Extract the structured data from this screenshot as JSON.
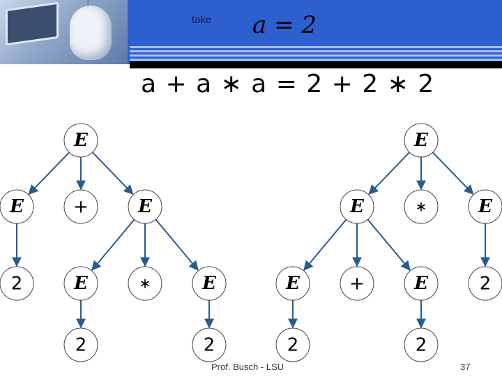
{
  "header": {
    "take_label": "take",
    "assignment": "a = 2"
  },
  "expression": "a + a ∗ a = 2 + 2 ∗ 2",
  "trees": [
    {
      "nodes": [
        "E",
        "E",
        "+",
        "E",
        "2",
        "E",
        "∗",
        "E",
        "2",
        "2"
      ],
      "edges": [
        [
          0,
          1
        ],
        [
          0,
          2
        ],
        [
          0,
          3
        ],
        [
          1,
          4
        ],
        [
          3,
          5
        ],
        [
          3,
          6
        ],
        [
          3,
          7
        ],
        [
          5,
          8
        ],
        [
          7,
          9
        ]
      ]
    },
    {
      "nodes": [
        "E",
        "E",
        "∗",
        "E",
        "E",
        "+",
        "E",
        "2",
        "2",
        "2"
      ],
      "edges": [
        [
          0,
          1
        ],
        [
          0,
          2
        ],
        [
          0,
          3
        ],
        [
          1,
          4
        ],
        [
          1,
          5
        ],
        [
          1,
          6
        ],
        [
          3,
          7
        ],
        [
          4,
          8
        ],
        [
          6,
          9
        ]
      ]
    }
  ],
  "colors": {
    "arrow": "#2a5b8f",
    "node_border": "#444444",
    "header": "#2e5fcf"
  },
  "footer": {
    "author": "Prof. Busch - LSU",
    "page": "37"
  }
}
